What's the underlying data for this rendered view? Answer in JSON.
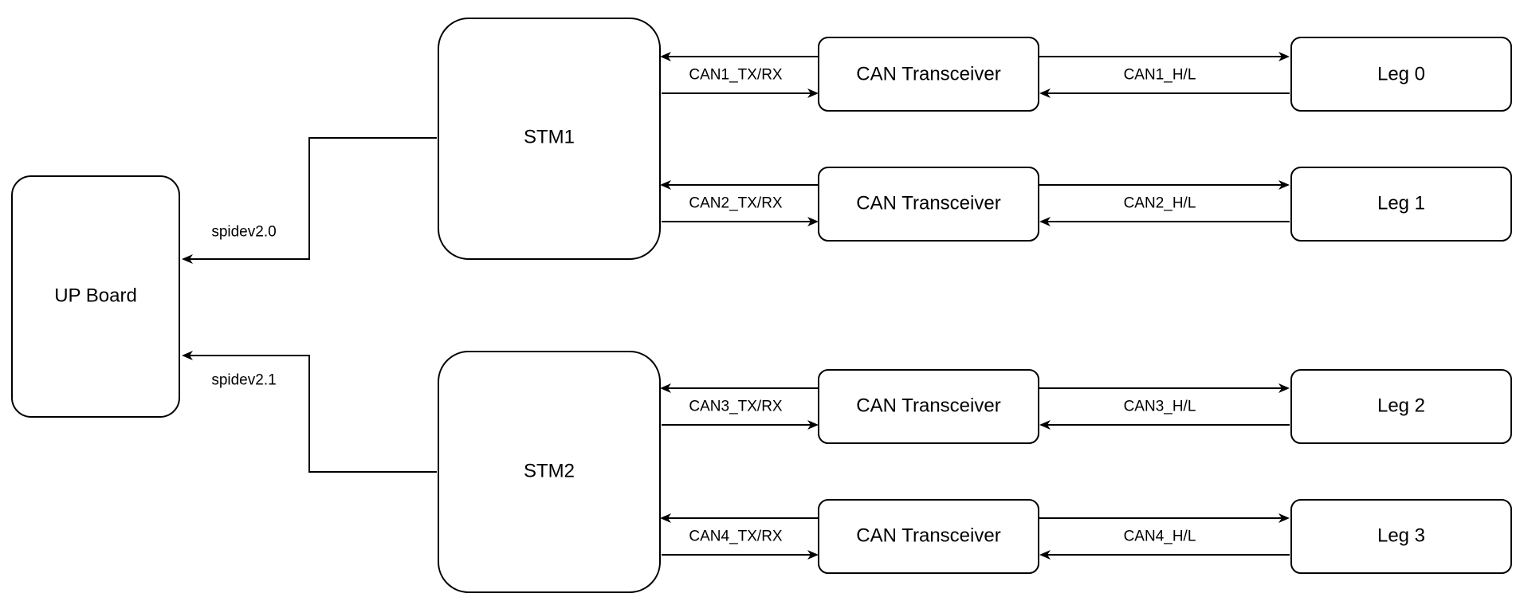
{
  "diagram": {
    "nodes": {
      "up_board": "UP Board",
      "stm1": "STM1",
      "stm2": "STM2",
      "can_transceiver_0": "CAN Transceiver",
      "can_transceiver_1": "CAN Transceiver",
      "can_transceiver_2": "CAN Transceiver",
      "can_transceiver_3": "CAN Transceiver",
      "leg0": "Leg 0",
      "leg1": "Leg 1",
      "leg2": "Leg 2",
      "leg3": "Leg 3"
    },
    "edges": {
      "spi0": "spidev2.0",
      "spi1": "spidev2.1",
      "can1_txrx": "CAN1_TX/RX",
      "can2_txrx": "CAN2_TX/RX",
      "can3_txrx": "CAN3_TX/RX",
      "can4_txrx": "CAN4_TX/RX",
      "can1_hl": "CAN1_H/L",
      "can2_hl": "CAN2_H/L",
      "can3_hl": "CAN3_H/L",
      "can4_hl": "CAN4_H/L"
    }
  }
}
